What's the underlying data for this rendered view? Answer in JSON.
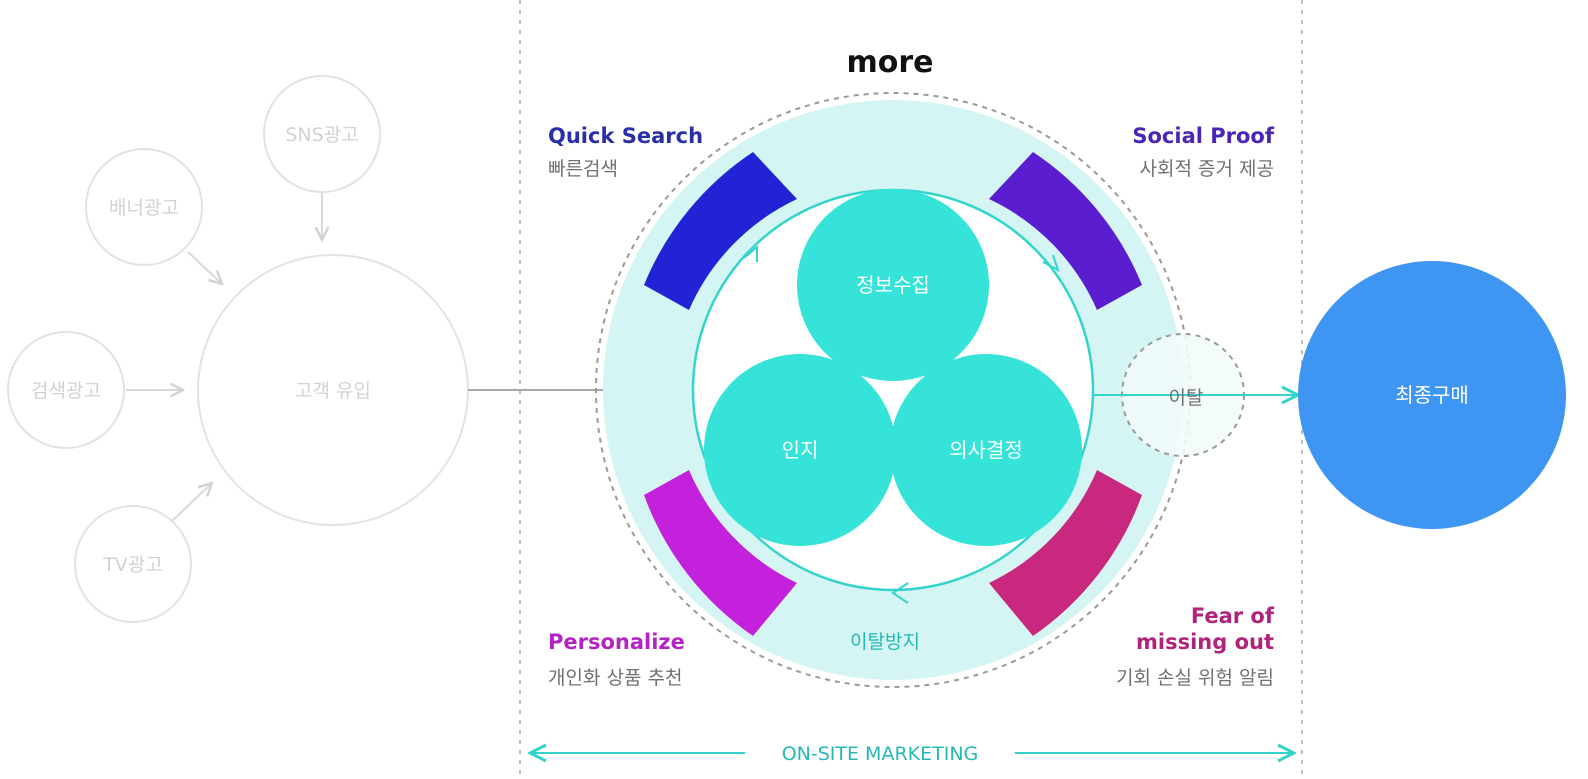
{
  "logo": "more",
  "sources": {
    "sns": "SNS광고",
    "banner": "배너광고",
    "search": "검색광고",
    "tv": "TV광고"
  },
  "inflow": "고객 유입",
  "cycle": {
    "info": "정보수집",
    "awareness": "인지",
    "decision": "의사결정"
  },
  "quadrants": {
    "quick_search": {
      "title": "Quick Search",
      "subtitle": "빠른검색"
    },
    "social_proof": {
      "title": "Social Proof",
      "subtitle": "사회적 증거 제공"
    },
    "personalize": {
      "title": "Personalize",
      "subtitle": "개인화 상품 추천"
    },
    "fomo": {
      "title_line1": "Fear of",
      "title_line2": "missing out",
      "subtitle": "기회 손실 위험 알림"
    }
  },
  "churn": "이탈",
  "churn_prevention": "이탈방지",
  "purchase": "최종구매",
  "footer": "ON-SITE MARKETING",
  "colors": {
    "quick_search": "#2323d6",
    "social_proof": "#5a1ed0",
    "personalize": "#c321db",
    "fomo": "#c8287e",
    "teal": "#35e3d9",
    "ring": "#d3f4f2",
    "purchase": "#3f96f2"
  }
}
